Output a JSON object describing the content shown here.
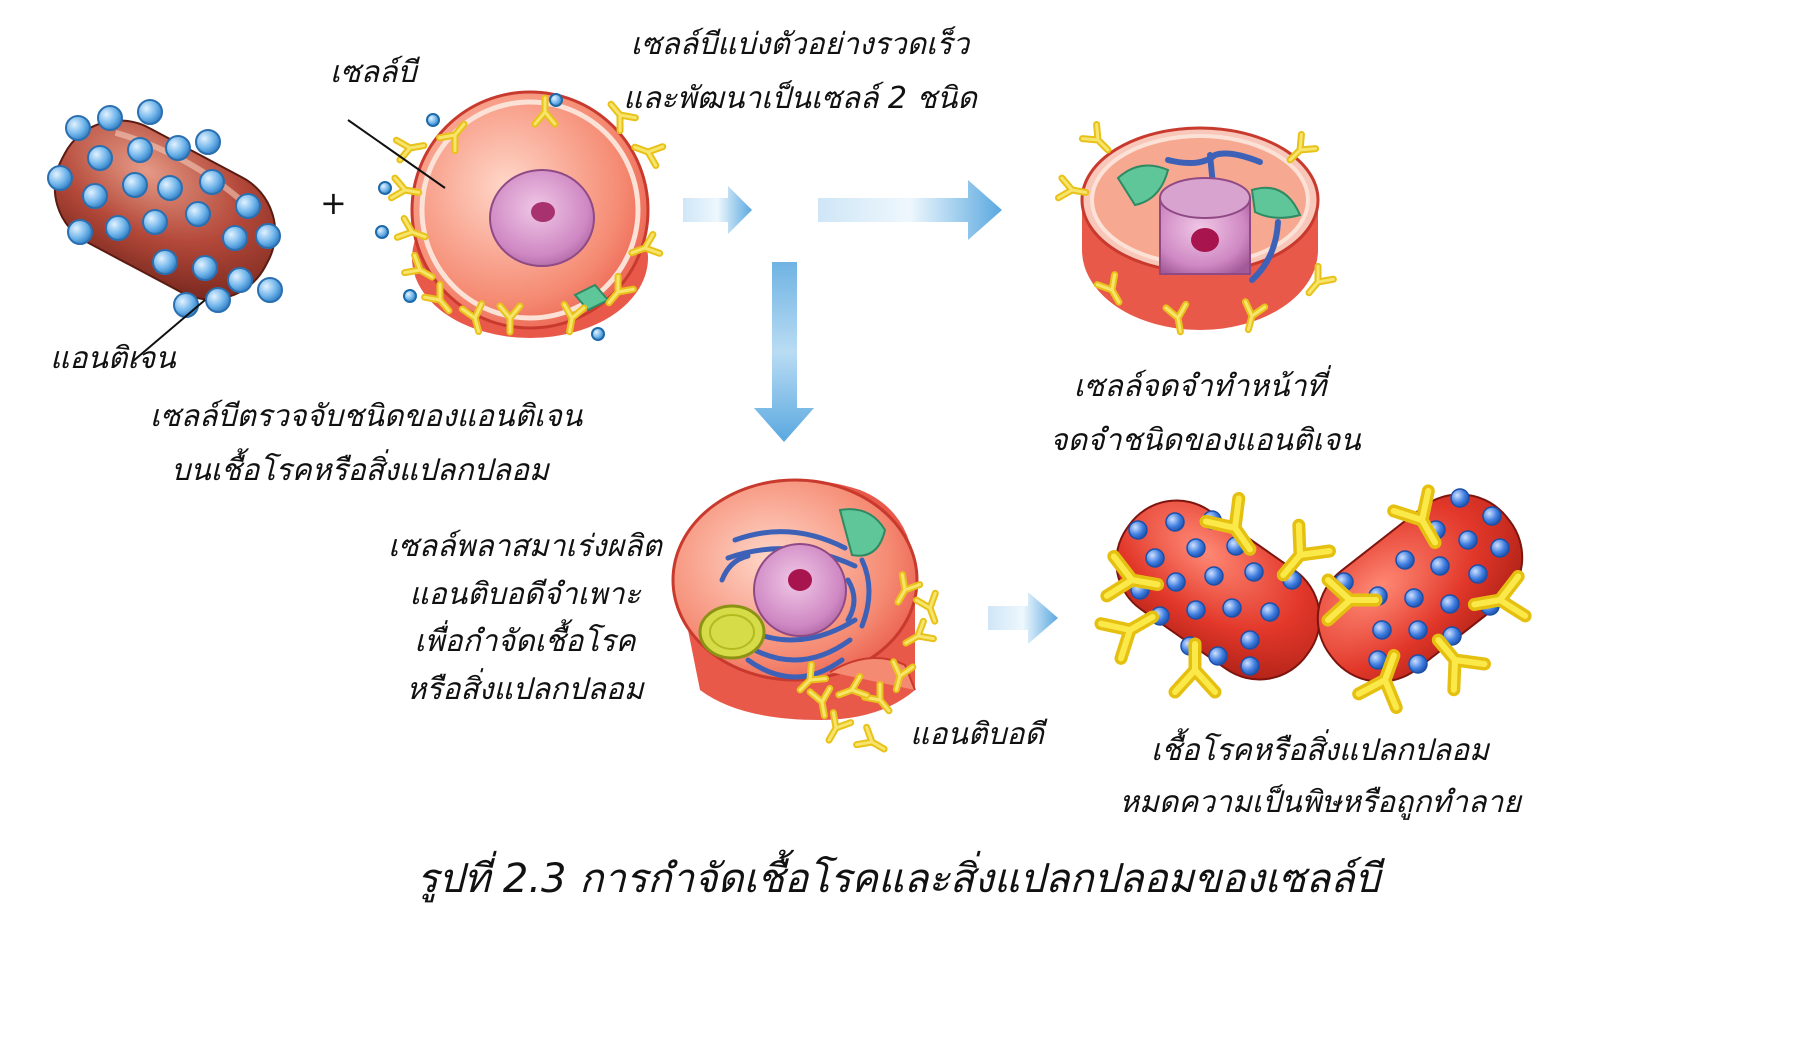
{
  "caption": "รูปที่ 2.3 การกำจัดเชื้อโรคและสิ่งแปลกปลอมของเซลล์บี",
  "labels": {
    "b_cell": "เซลล์บี",
    "antigen": "แอนติเจน",
    "plus": "+",
    "b_cell_detect_line1": "เซลล์บีตรวจจับชนิดของแอนติเจน",
    "b_cell_detect_line2": "บนเชื้อโรคหรือสิ่งแปลกปลอม",
    "divide_line1": "เซลล์บีแบ่งตัวอย่างรวดเร็ว",
    "divide_line2": "และพัฒนาเป็นเซลล์ 2 ชนิด",
    "memory_line1": "เซลล์จดจำทำหน้าที่",
    "memory_line2": "จดจำชนิดของแอนติเจน",
    "plasma_line1": "เซลล์พลาสมาเร่งผลิต",
    "plasma_line2": "แอนติบอดีจำเพาะ",
    "plasma_line3": "เพื่อกำจัดเชื้อโรค",
    "plasma_line4": "หรือสิ่งแปลกปลอม",
    "antibody": "แอนติบอดี",
    "result_line1": "เชื้อโรคหรือสิ่งแปลกปลอม",
    "result_line2": "หมดความเป็นพิษหรือถูกทำลาย"
  },
  "colors": {
    "cell_red": "#ef6b5a",
    "nucleus": "#c77ab8",
    "antibody_yellow": "#f2d22e",
    "antigen_blue": "#6fb4ea",
    "arrow_blue": "#78b9e6",
    "mitochondria_green": "#5fc69a",
    "er_blue": "#3d61b7"
  }
}
